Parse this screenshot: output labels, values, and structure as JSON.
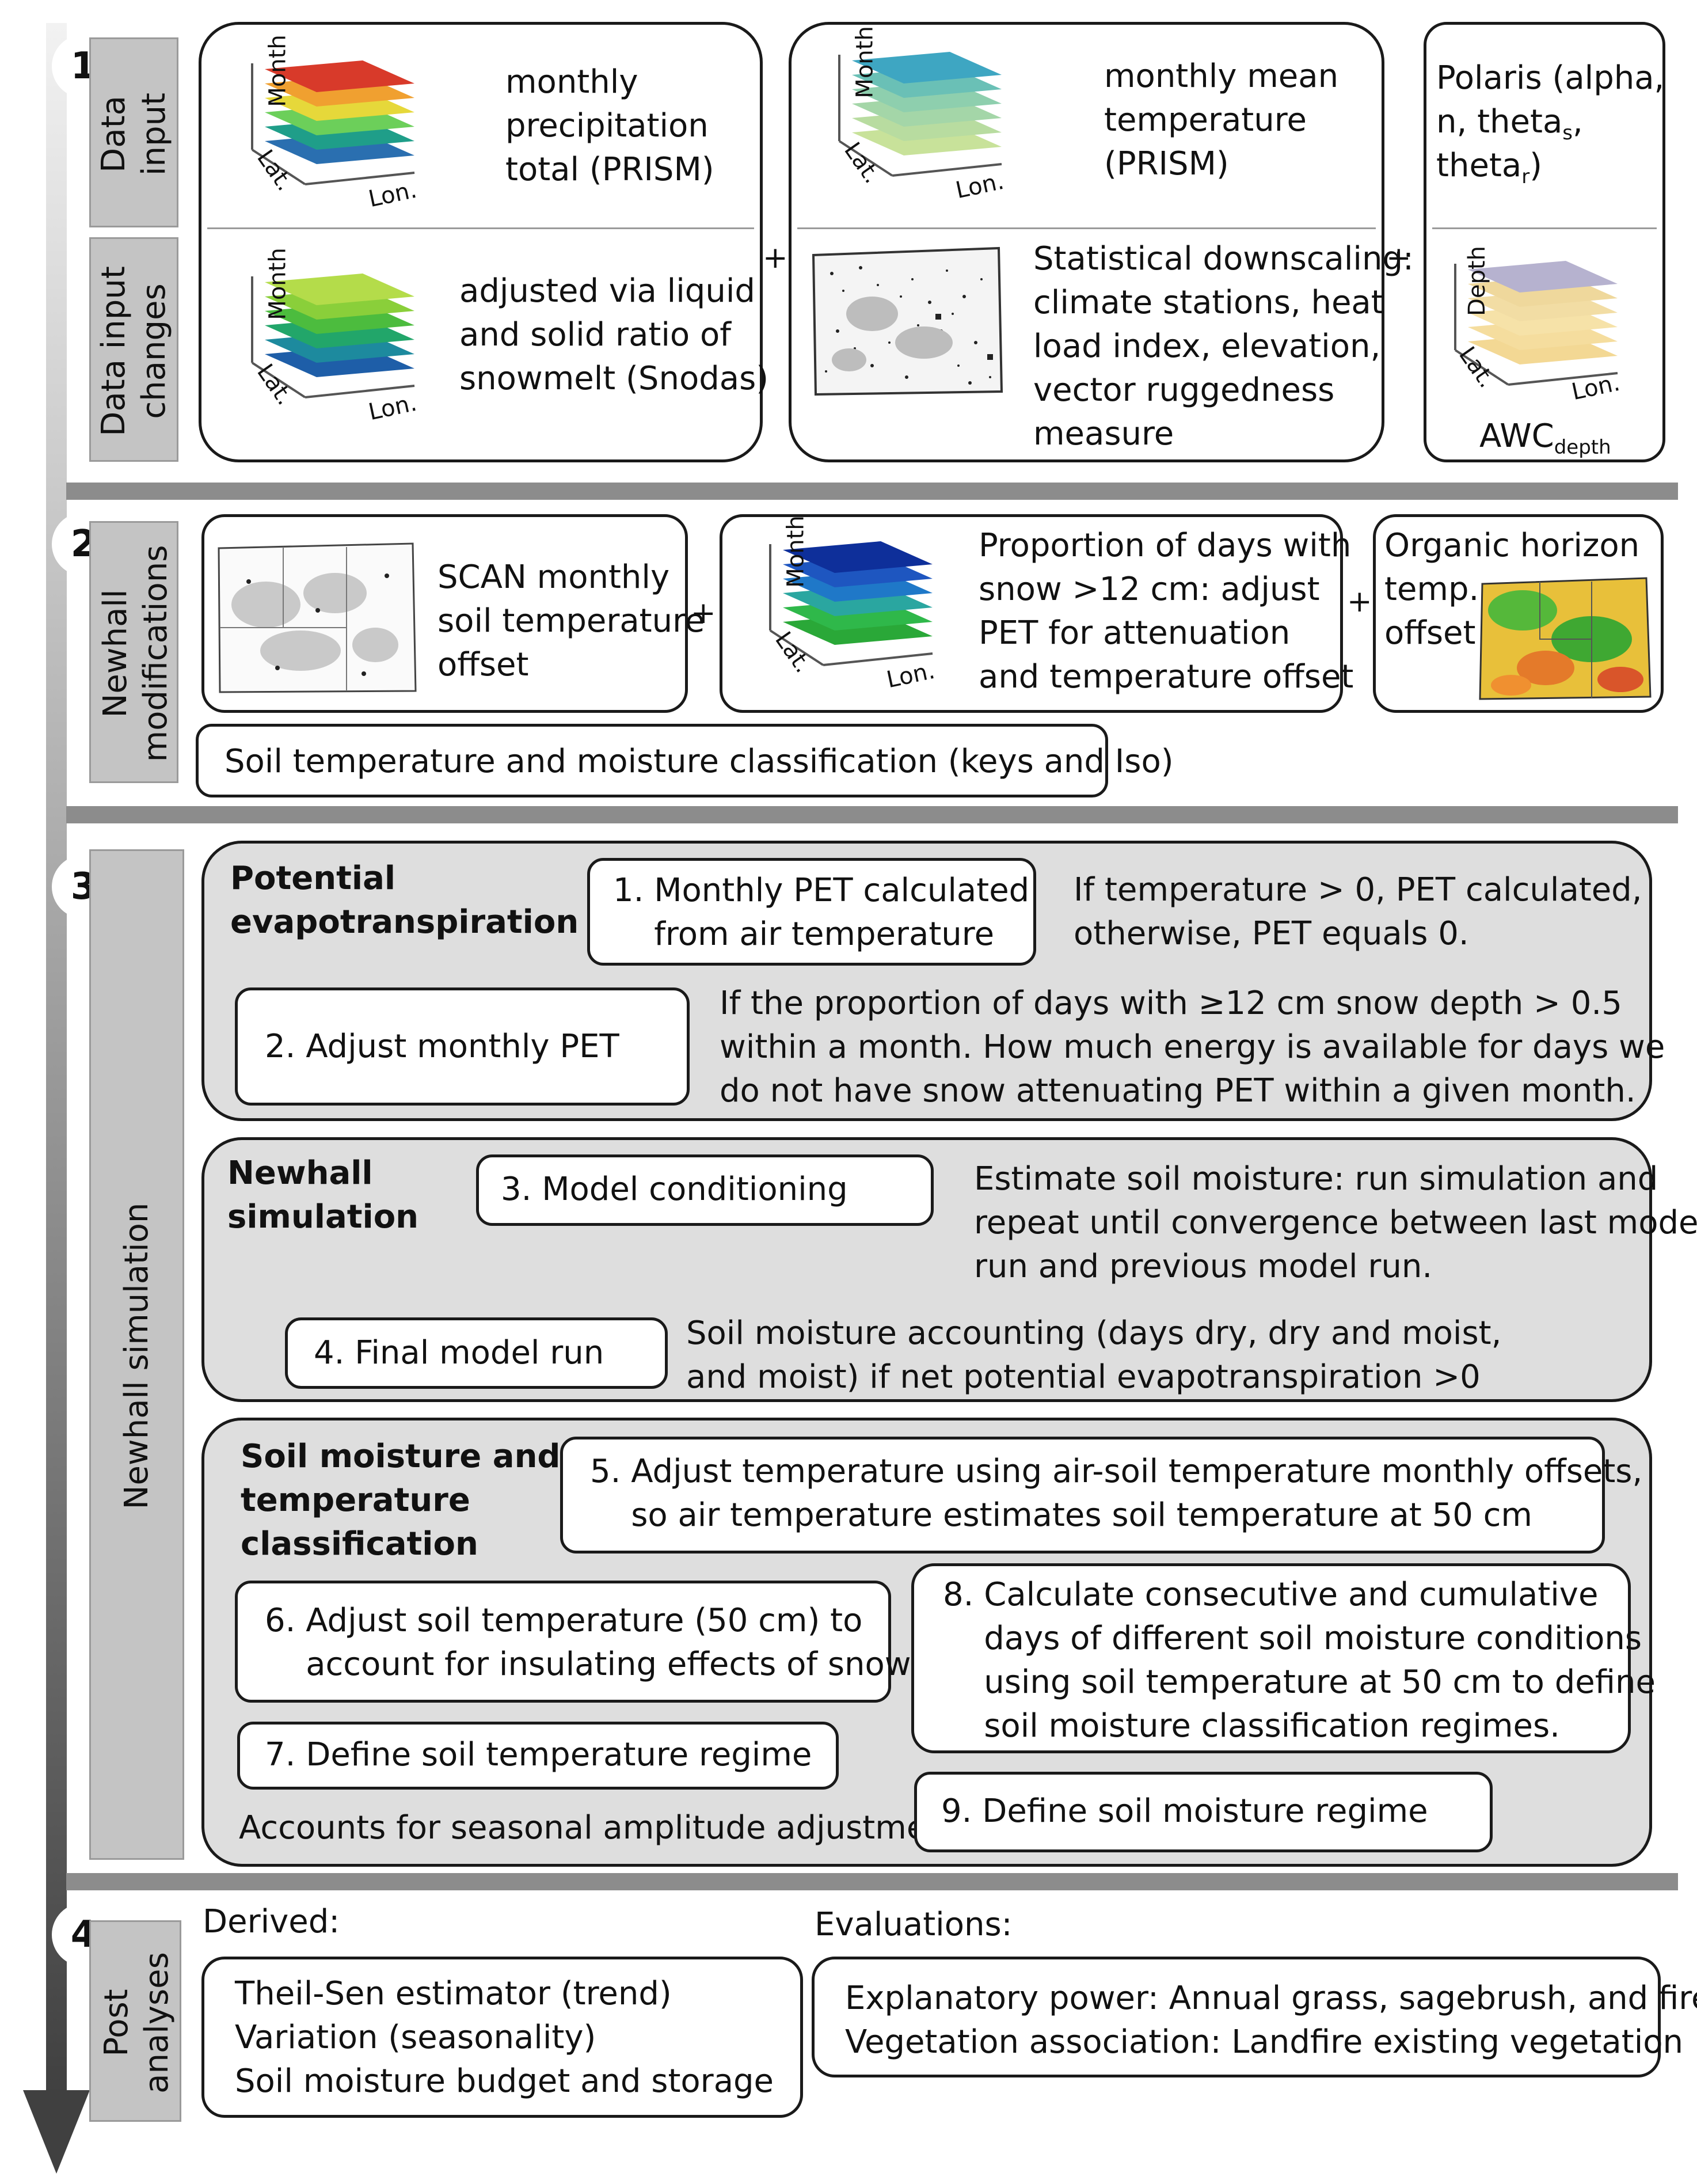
{
  "stages": [
    {
      "number": "1",
      "labels": [
        "Data\ninput",
        "Data input\nchanges"
      ]
    },
    {
      "number": "2",
      "label": "Newhall\nmodifications"
    },
    {
      "number": "3",
      "label": "Newhall simulation"
    },
    {
      "number": "4",
      "label": "Post\nanalyses"
    }
  ],
  "stage1": {
    "precip": {
      "text": "monthly\nprecipitation\ntotal (PRISM)",
      "axes": {
        "z": "Month",
        "y": "Lat.",
        "x": "Lon."
      }
    },
    "precip_adjusted": {
      "text": "adjusted via liquid\nand solid ratio of\nsnowmelt (Snodas)",
      "axes": {
        "z": "Month",
        "y": "Lat.",
        "x": "Lon."
      }
    },
    "temp": {
      "text": "monthly mean\ntemperature\n(PRISM)",
      "axes": {
        "z": "Month",
        "y": "Lat.",
        "x": "Lon."
      }
    },
    "downscaling": {
      "text": "Statistical downscaling:\nclimate stations, heat\nload index, elevation,\nvector ruggedness\nmeasure"
    },
    "polaris": {
      "line1": "Polaris (alpha,",
      "line2": "n, theta",
      "line2_sub": "s",
      "line2_end": ",",
      "line3": "theta",
      "line3_sub": "r",
      "line3_end": ")",
      "axes": {
        "z": "Depth",
        "y": "Lat.",
        "x": "Lon."
      }
    },
    "awc": {
      "main": "AWC",
      "sub": "depth"
    }
  },
  "stage2": {
    "scan": "SCAN monthly\nsoil temperature\noffset",
    "snow": {
      "text": "Proportion of days with\nsnow >12 cm: adjust\nPET for attenuation\nand temperature offset",
      "axes": {
        "z": "Month",
        "y": "Lat.",
        "x": "Lon."
      }
    },
    "organic": "Organic horizon\ntemp.\noffset",
    "classification": "Soil temperature and moisture classification (keys and Iso)"
  },
  "stage3": {
    "pet": {
      "title": "Potential\nevapotranspiration",
      "step1": "1. Monthly PET calculated\n    from air temperature",
      "step1_desc": "If temperature > 0, PET calculated,\notherwise, PET equals 0.",
      "step2": "2. Adjust monthly PET",
      "step2_desc": "If the proportion of days with ≥12 cm snow depth > 0.5\nwithin a month. How much energy is available for days we\ndo not have snow attenuating PET within a given month."
    },
    "newhall": {
      "title": "Newhall\nsimulation",
      "step3": "3. Model conditioning",
      "step3_desc": "Estimate soil moisture: run simulation and\nrepeat until convergence between last model\nrun and previous model run.",
      "step4": "4. Final model run",
      "step4_desc": "Soil moisture accounting (days dry, dry and moist,\nand moist) if net potential evapotranspiration >0"
    },
    "classification": {
      "title": "Soil moisture and\ntemperature\nclassification",
      "step5": "5. Adjust temperature using air-soil temperature monthly offsets,\n    so air temperature estimates soil temperature at 50 cm",
      "step6": "6. Adjust soil temperature (50 cm) to\n    account for insulating effects of snow",
      "step7": "7. Define soil temperature regime",
      "step7_note": "Accounts for seasonal amplitude adjustments",
      "step8": "8. Calculate consecutive and cumulative\n    days of different soil moisture conditions\n    using soil temperature at 50 cm to define\n    soil moisture classification regimes.",
      "step9": "9. Define soil moisture regime"
    }
  },
  "stage4": {
    "derived_label": "Derived:",
    "derived": "Theil-Sen estimator (trend)\nVariation (seasonality)\nSoil moisture budget and storage",
    "evaluations_label": "Evaluations:",
    "evaluations": "Explanatory power: Annual grass, sagebrush, and fire\nVegetation association: Landfire existing vegetation"
  },
  "plus_sign": "+"
}
